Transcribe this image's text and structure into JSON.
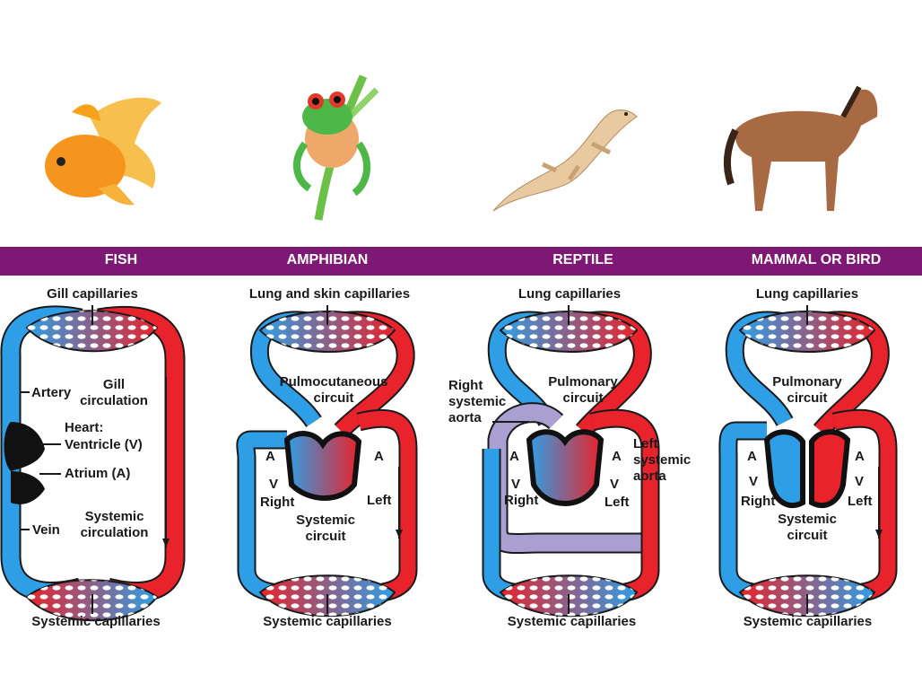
{
  "colors": {
    "banner": "#7d1874",
    "oxygen_poor": "#2e9fe6",
    "oxygen_rich": "#e8232b",
    "mixed": "#a99fd0",
    "heart": "#111111"
  },
  "panels": [
    {
      "id": "fish",
      "header": "FISH",
      "top_label": "Gill capillaries",
      "bottom_label": "Systemic capillaries",
      "labels": {
        "artery": "Artery",
        "gill_circ": "Gill\ncirculation",
        "heart": "Heart:",
        "ventricle": "Ventricle (V)",
        "atrium": "Atrium (A)",
        "vein": "Vein",
        "systemic_circ": "Systemic\ncirculation"
      }
    },
    {
      "id": "amphibian",
      "header": "AMPHIBIAN",
      "top_label": "Lung and skin capillaries",
      "bottom_label": "Systemic capillaries",
      "labels": {
        "circuit_top": "Pulmocutaneous\ncircuit",
        "a_left": "A",
        "a_right": "A",
        "v": "V",
        "right": "Right",
        "left": "Left",
        "circuit_bottom": "Systemic\ncircuit"
      }
    },
    {
      "id": "reptile",
      "header": "REPTILE",
      "top_label": "Lung capillaries",
      "bottom_label": "Systemic capillaries",
      "labels": {
        "circuit_top": "Pulmonary\ncircuit",
        "right_aorta": "Right\nsystemic\naorta",
        "left_aorta": "Left\nsystemic\naorta",
        "a_left": "A",
        "a_right": "A",
        "v_left": "V",
        "v_right": "V",
        "right": "Right",
        "left": "Left"
      }
    },
    {
      "id": "mammal",
      "header": "MAMMAL OR BIRD",
      "top_label": "Lung capillaries",
      "bottom_label": "Systemic capillaries",
      "labels": {
        "circuit_top": "Pulmonary\ncircuit",
        "a_left": "A",
        "a_right": "A",
        "v_left": "V",
        "v_right": "V",
        "right": "Right",
        "left": "Left",
        "circuit_bottom": "Systemic\ncircuit"
      }
    }
  ]
}
